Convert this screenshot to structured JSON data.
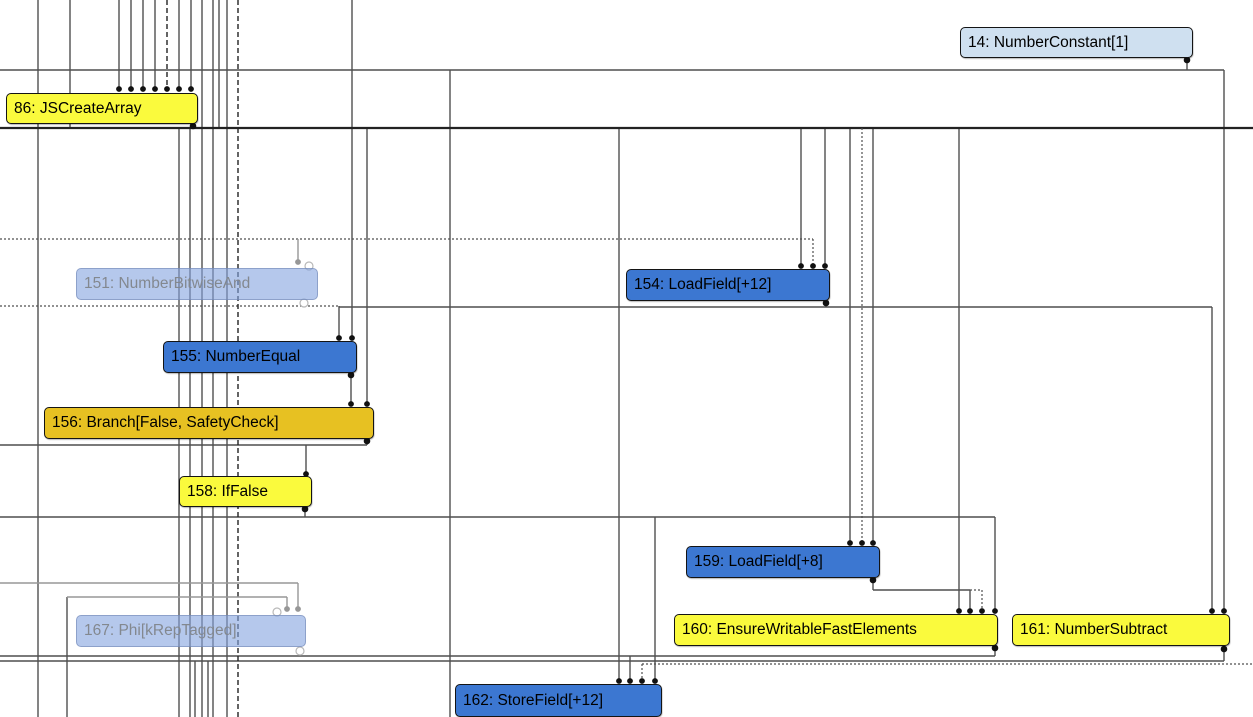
{
  "graph": {
    "colors": {
      "lightblue": "#cfe0f0",
      "yellow": "#fafa3d",
      "gold": "#e7c122",
      "blue": "#3c77d1",
      "faded": "rgba(132,164,224,0.6)",
      "edge": "#4f4f4f",
      "edge_thick": "#222222",
      "edge_gray": "#979797",
      "faded_text": "#83888f"
    },
    "nodes": [
      {
        "id": "14",
        "label": "14: NumberConstant[1]",
        "palette": "lightblue",
        "dimmed": false
      },
      {
        "id": "86",
        "label": "86: JSCreateArray",
        "palette": "yellow",
        "dimmed": false
      },
      {
        "id": "151",
        "label": "151: NumberBitwiseAnd",
        "palette": "faded",
        "dimmed": true
      },
      {
        "id": "154",
        "label": "154: LoadField[+12]",
        "palette": "blue",
        "dimmed": false
      },
      {
        "id": "155",
        "label": "155: NumberEqual",
        "palette": "blue",
        "dimmed": false
      },
      {
        "id": "156",
        "label": "156: Branch[False, SafetyCheck]",
        "palette": "gold",
        "dimmed": false
      },
      {
        "id": "158",
        "label": "158: IfFalse",
        "palette": "yellow",
        "dimmed": false
      },
      {
        "id": "159",
        "label": "159: LoadField[+8]",
        "palette": "blue",
        "dimmed": false
      },
      {
        "id": "160",
        "label": "160: EnsureWritableFastElements",
        "palette": "yellow",
        "dimmed": false
      },
      {
        "id": "161",
        "label": "161: NumberSubtract",
        "palette": "yellow",
        "dimmed": false
      },
      {
        "id": "167",
        "label": "167: Phi[kRepTagged]",
        "palette": "faded",
        "dimmed": true
      },
      {
        "id": "162",
        "label": "162: StoreField[+12]",
        "palette": "blue",
        "dimmed": false
      }
    ]
  }
}
